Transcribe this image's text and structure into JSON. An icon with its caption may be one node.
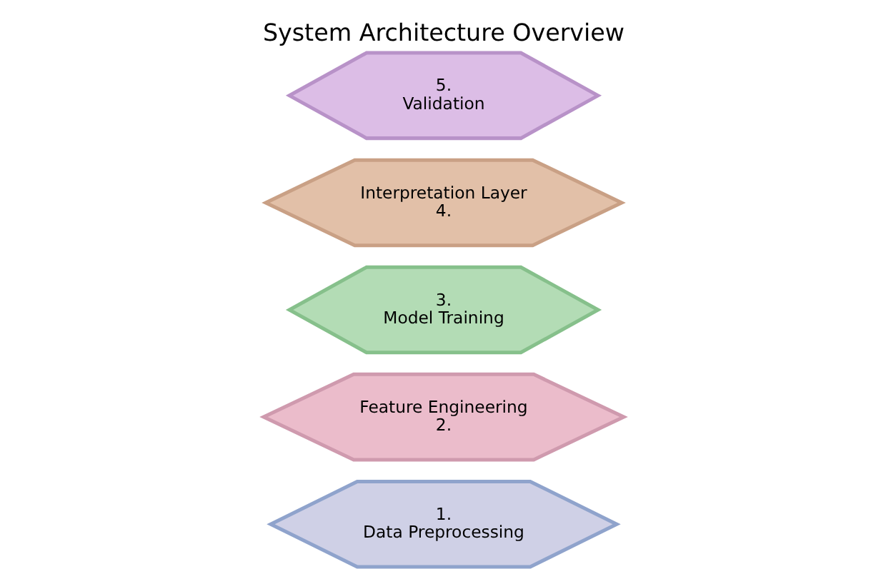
{
  "diagram": {
    "title": "System Architecture Overview",
    "nodes": [
      {
        "text": [
          "1.",
          "Data Preprocessing"
        ]
      },
      {
        "text": [
          "Feature Engineering",
          "2."
        ]
      },
      {
        "text": [
          "3.",
          "Model Training"
        ]
      },
      {
        "text": [
          "Interpretation Layer",
          "4."
        ]
      },
      {
        "text": [
          "5.",
          "Validation"
        ]
      }
    ]
  }
}
